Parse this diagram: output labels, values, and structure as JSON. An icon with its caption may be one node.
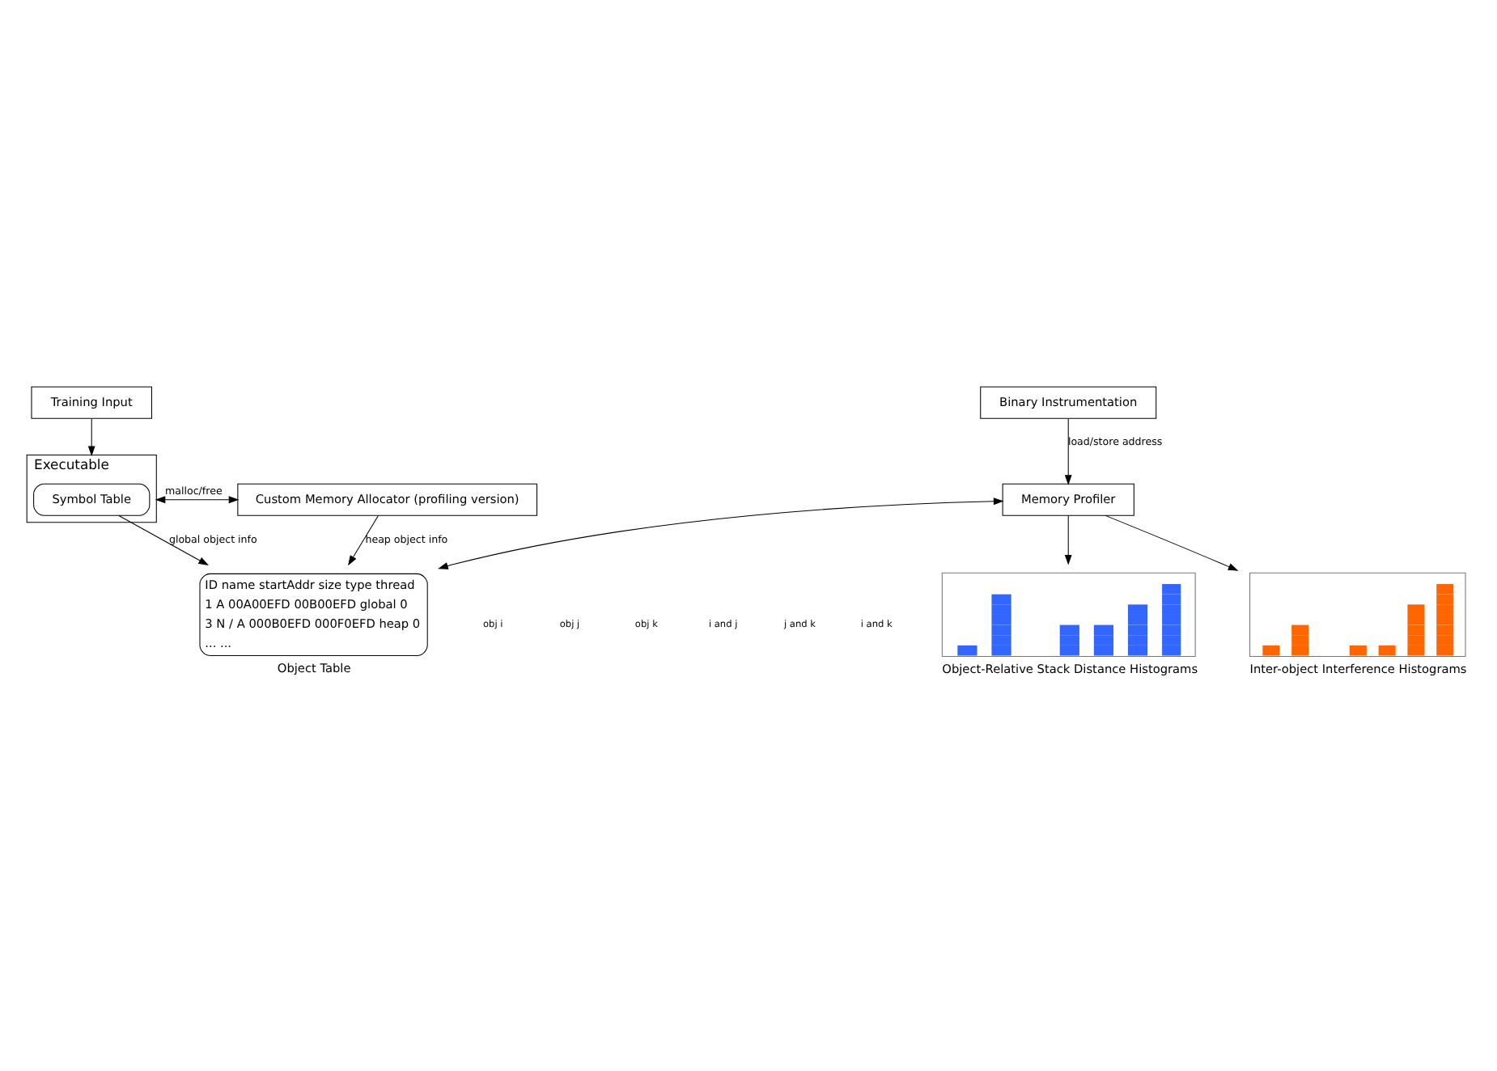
{
  "diagram": {
    "nodes": [
      {
        "text": [
          "Training Input"
        ]
      },
      {
        "text": [
          "Executable"
        ]
      },
      {
        "text": [
          "Symbol Table"
        ],
        "in": 1
      },
      {
        "text": [
          "Binary Instrumentation"
        ]
      },
      {
        "text": [
          "Custom Memory Allocator (profiling version)"
        ]
      },
      {
        "text": [
          "Memory Profiler"
        ]
      },
      {
        "text": [
          "ID name startAddr size type thread",
          "1 A 00A00EFD 00B00EFD global 0",
          "3 N / A 000B0EFD 000F0EFD heap 0",
          "... ..."
        ],
        "beside": [
          "Object Table"
        ]
      },
      {
        "text": [],
        "shape": "picture",
        "beside": [
          "Object-Relative Stack Distance Histograms"
        ]
      },
      {
        "text": [],
        "shape": "picture",
        "beside": [
          "Inter-object Interference Histograms"
        ]
      }
    ],
    "edges": [
      {
        "from": 0,
        "to": 1,
        "arrow": "to"
      },
      {
        "from": 1,
        "to": 4,
        "arrow": "both",
        "label": "malloc/free"
      },
      {
        "from": 2,
        "to": 6,
        "arrow": "to",
        "label": "global object info"
      },
      {
        "from": 4,
        "to": 6,
        "arrow": "to",
        "label": "heap object info"
      },
      {
        "from": 3,
        "to": 5,
        "arrow": "to",
        "label": "load/store address"
      },
      {
        "from": 5,
        "to": 6,
        "arrow": "both"
      },
      {
        "from": 5,
        "to": 7,
        "arrow": "to"
      },
      {
        "from": 5,
        "to": 8,
        "arrow": "to"
      }
    ],
    "labels": [
      "obj i",
      "obj j",
      "obj k",
      "i and j",
      "j and k",
      "i and k"
    ]
  }
}
